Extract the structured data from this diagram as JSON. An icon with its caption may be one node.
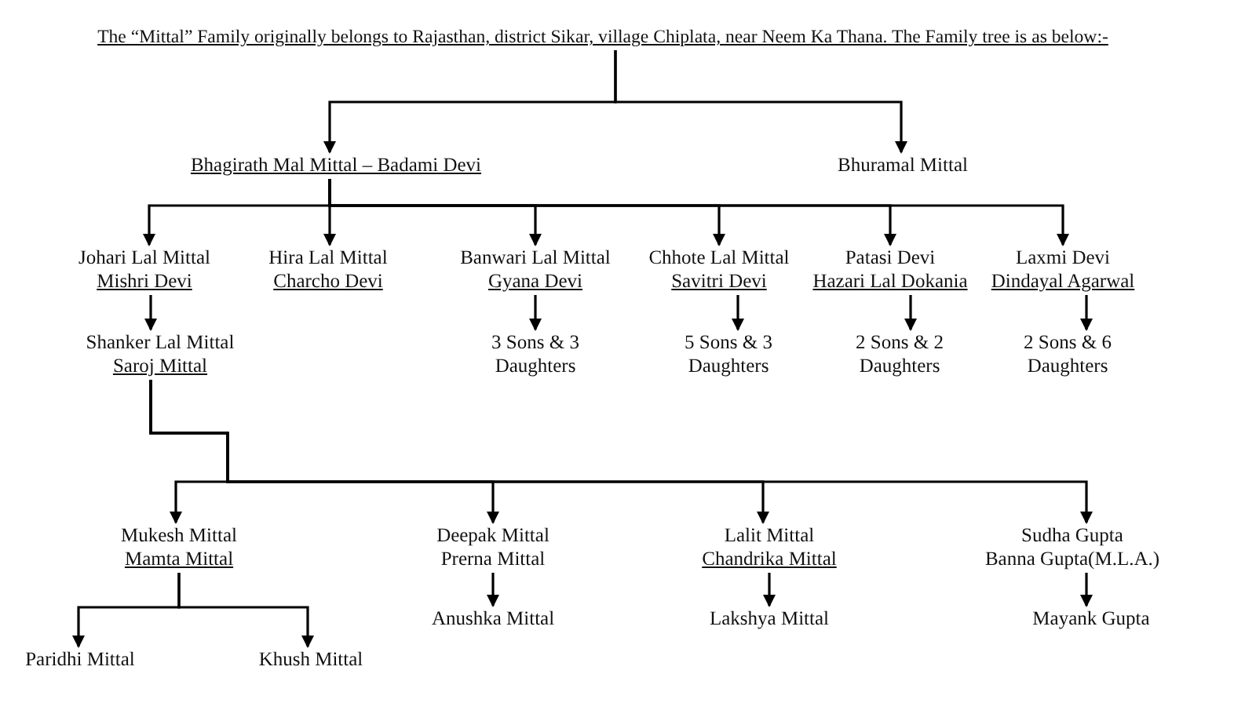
{
  "diagram": {
    "nodes": [
      {
        "text": [
          "The “Mittal” Family originally belongs to Rajasthan, district Sikar, village Chiplata, near Neem Ka Thana. The Family tree is as below:-"
        ]
      },
      {
        "text": [
          "Bhagirath Mal Mittal – Badami Devi"
        ]
      },
      {
        "text": [
          "Bhuramal Mittal"
        ]
      },
      {
        "text": [
          "Johari Lal Mittal",
          "Mishri Devi"
        ]
      },
      {
        "text": [
          "Hira Lal Mittal",
          "Charcho Devi"
        ]
      },
      {
        "text": [
          "Banwari Lal Mittal",
          "Gyana Devi"
        ]
      },
      {
        "text": [
          "Chhote Lal Mittal",
          "Savitri Devi"
        ]
      },
      {
        "text": [
          "Patasi Devi",
          "Hazari Lal Dokania"
        ]
      },
      {
        "text": [
          "Laxmi Devi",
          "Dindayal Agarwal"
        ]
      },
      {
        "text": [
          "Shanker Lal Mittal",
          "Saroj Mittal"
        ]
      },
      {
        "text": [
          "3 Sons & 3 Daughters"
        ]
      },
      {
        "text": [
          "5 Sons & 3 Daughters"
        ]
      },
      {
        "text": [
          "2 Sons & 2 Daughters"
        ]
      },
      {
        "text": [
          "2 Sons & 6 Daughters"
        ]
      },
      {
        "text": [
          "Mukesh Mittal",
          "Mamta Mittal"
        ]
      },
      {
        "text": [
          "Deepak Mittal",
          "Prerna Mittal"
        ]
      },
      {
        "text": [
          "Lalit Mittal",
          "Chandrika Mittal"
        ]
      },
      {
        "text": [
          "Sudha Gupta",
          "Banna Gupta(M.L.A.)"
        ]
      },
      {
        "text": [
          "Paridhi Mittal"
        ]
      },
      {
        "text": [
          "Khush Mittal"
        ]
      },
      {
        "text": [
          "Anushka Mittal"
        ]
      },
      {
        "text": [
          "Lakshya Mittal"
        ]
      },
      {
        "text": [
          "Mayank Gupta"
        ]
      }
    ],
    "edges": [
      {
        "from": 0,
        "to": 1,
        "arrow": "to"
      },
      {
        "from": 0,
        "to": 2,
        "arrow": "to"
      },
      {
        "from": 1,
        "to": 3,
        "arrow": "to"
      },
      {
        "from": 1,
        "to": 4,
        "arrow": "to"
      },
      {
        "from": 1,
        "to": 5,
        "arrow": "to"
      },
      {
        "from": 1,
        "to": 6,
        "arrow": "to"
      },
      {
        "from": 1,
        "to": 7,
        "arrow": "to"
      },
      {
        "from": 1,
        "to": 8,
        "arrow": "to"
      },
      {
        "from": 3,
        "to": 9,
        "arrow": "to"
      },
      {
        "from": 5,
        "to": 10,
        "arrow": "to"
      },
      {
        "from": 6,
        "to": 11,
        "arrow": "to"
      },
      {
        "from": 7,
        "to": 12,
        "arrow": "to"
      },
      {
        "from": 8,
        "to": 13,
        "arrow": "to"
      },
      {
        "from": 9,
        "to": 14,
        "arrow": "to"
      },
      {
        "from": 9,
        "to": 15,
        "arrow": "to"
      },
      {
        "from": 9,
        "to": 16,
        "arrow": "to"
      },
      {
        "from": 9,
        "to": 17,
        "arrow": "to"
      },
      {
        "from": 14,
        "to": 18,
        "arrow": "to"
      },
      {
        "from": 14,
        "to": 19,
        "arrow": "to"
      },
      {
        "from": 15,
        "to": 20,
        "arrow": "to"
      },
      {
        "from": 16,
        "to": 21,
        "arrow": "to"
      },
      {
        "from": 17,
        "to": 22,
        "arrow": "to"
      }
    ]
  }
}
